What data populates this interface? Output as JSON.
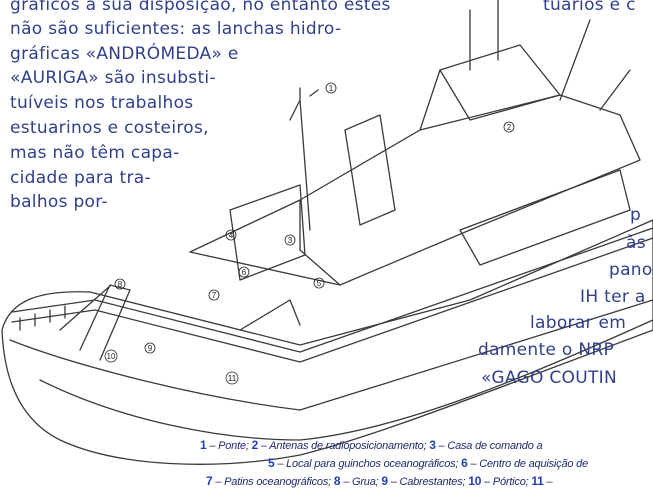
{
  "left_text": [
    "gráficos à sua disposição, no entanto estes",
    "não são suficientes: as lanchas hidro-",
    "gráficas «ANDRÓMEDA» e",
    "«AURIGA» são insubsti-",
    "tuíveis nos trabalhos",
    "estuarinos e costeiros,",
    "mas não têm capa-",
    "cidade para tra-",
    "balhos por-"
  ],
  "right_text": [
    "tuários e c",
    "p",
    "às",
    "pano",
    "IH ter a",
    "laborar em",
    "damente o NRP",
    "«GAGO COUTIN"
  ],
  "captions": [
    [
      {
        "n": "1",
        "t": " – Ponte; "
      },
      {
        "n": "2",
        "t": " – Antenas de radioposicionamento; "
      },
      {
        "n": "3",
        "t": " – Casa de comando a"
      }
    ],
    [
      {
        "n": "5",
        "t": " – Local para guinchos oceanográficos; "
      },
      {
        "n": "6",
        "t": " – Centro de aquisição de"
      }
    ],
    [
      {
        "n": "7",
        "t": " – Patins oceanográficos; "
      },
      {
        "n": "8",
        "t": " – Grua; "
      },
      {
        "n": "9",
        "t": " – Cabrestantes; "
      },
      {
        "n": "10",
        "t": " – Pórtico; "
      },
      {
        "n": "11",
        "t": " – "
      }
    ]
  ],
  "callouts": [
    "1",
    "2",
    "3",
    "4",
    "5",
    "6",
    "7",
    "8",
    "9",
    "10",
    "11"
  ]
}
